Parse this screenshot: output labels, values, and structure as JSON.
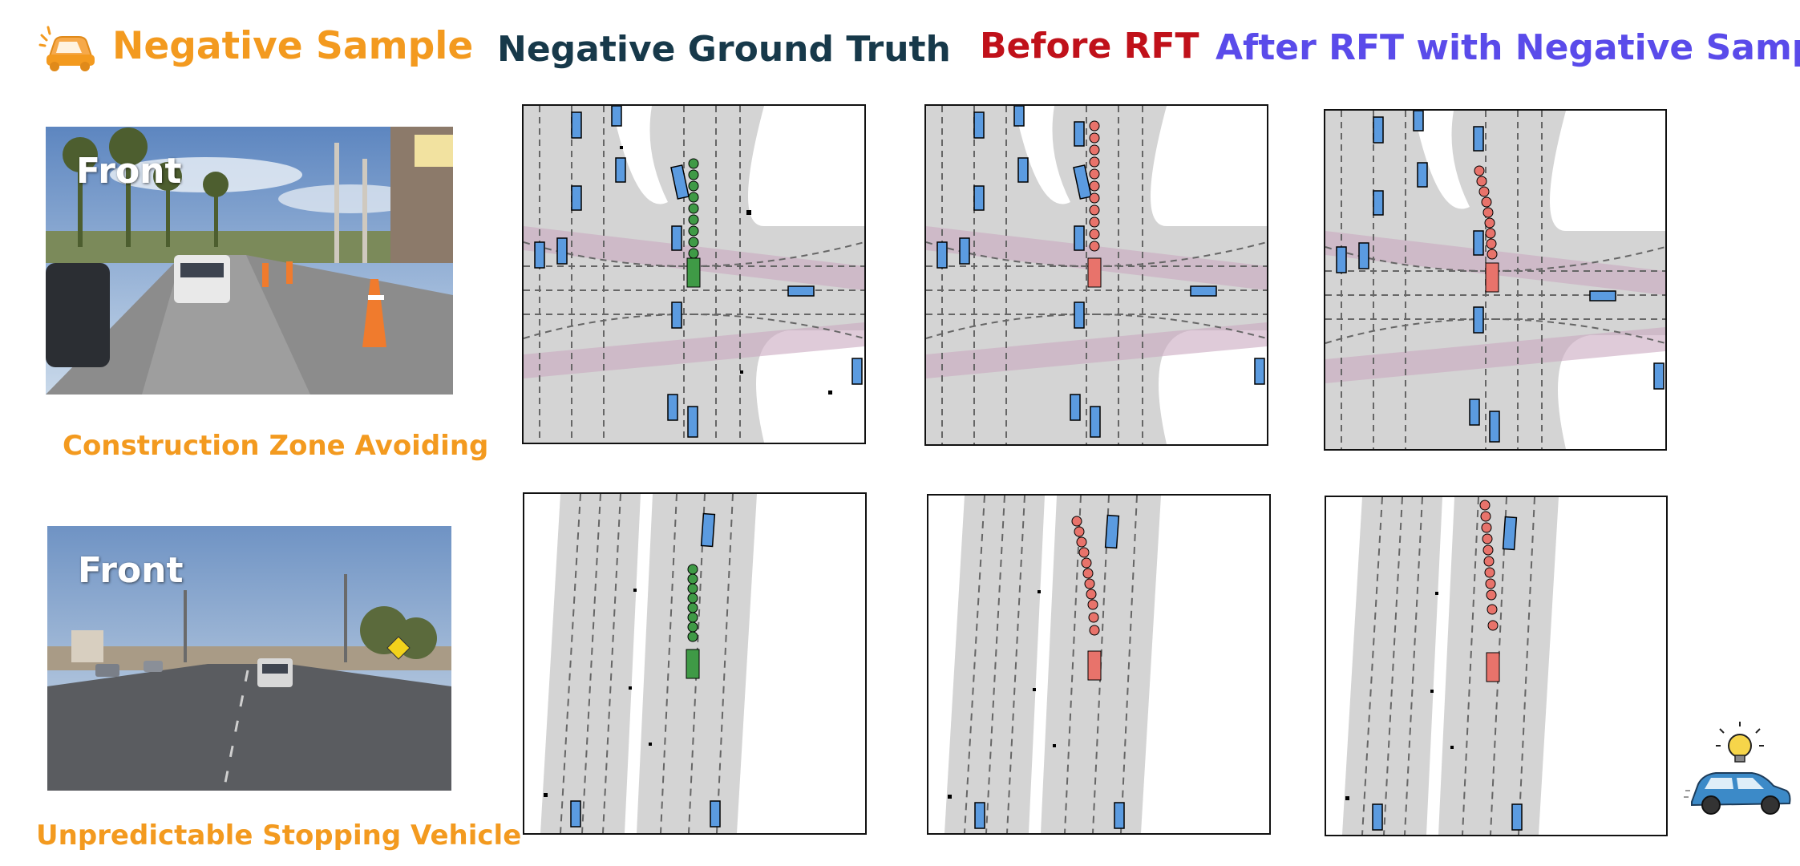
{
  "header": {
    "negative_sample": "Negative Sample",
    "negative_ground_truth": "Negative Ground Truth",
    "before_rft": "Before RFT",
    "after_rft": "After RFT with Negative Samples"
  },
  "rows": [
    {
      "camera_label": "Front",
      "caption": "Construction Zone Avoiding"
    },
    {
      "camera_label": "Front",
      "caption": "Unpredictable Stopping Vehicle"
    }
  ],
  "colors": {
    "ground_truth": "#3f9a46",
    "predicted": "#e8736b",
    "agent": "#5b9be0",
    "crosswalk": "#c9a9c0",
    "road": "#d3d3d3",
    "accent": "#f39a1f"
  },
  "icons": [
    "car-crash-icon",
    "lightbulb-car-icon"
  ]
}
